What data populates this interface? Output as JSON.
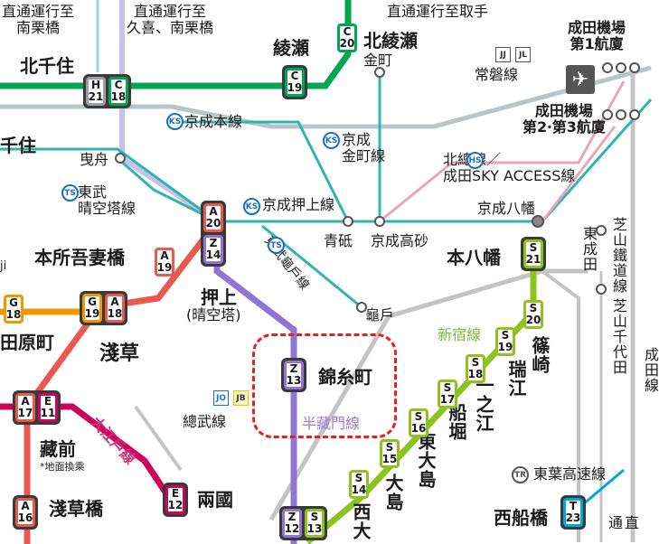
{
  "labels": {
    "to_minami_kurihashi": "直通運行至\n南栗橋",
    "to_kuki_minami_kurihashi": "直通運行至\n久喜、南栗橋",
    "to_toride": "直通運行至取手",
    "narita_t1": "成田機場\n第1航廈",
    "narita_t23": "成田機場\n第2‧第3航廈",
    "kita_senju": "北千住",
    "ayase": "綾瀬",
    "kita_ayase": "北綾瀬",
    "kanamachi": "金町",
    "joban": "常磐線",
    "keisei_main": "京成本線",
    "keisei_kanamachi": "京成\n金町線",
    "hokuso": "北總線／\n成田SKY ACCESS線",
    "senju": "千住",
    "hikifune": "曳舟",
    "tobu_skytree": "東武\n晴空塔線",
    "keisei_oshiage": "京成押上線",
    "aoto": "青砥",
    "keisei_takasago": "京成高砂",
    "keisei_yawata": "京成八幡",
    "higashi_narita": "東成田",
    "shibayama_line": "芝山鐵道線",
    "shibayama_chiyoda": "芝山千代田",
    "honjo_azumabashi": "本所吾妻橋",
    "oshiage": "押上",
    "oshiage_sub": "(晴空塔)",
    "tobu_kameido": "東武龜戶線",
    "kameido": "龜戶",
    "moto_yawata": "本八幡",
    "shinjuku_line": "新宿線",
    "shinozaki": "篠崎",
    "mizue": "瑞江",
    "ichinoe": "一之江",
    "funabori": "船堀",
    "higashi_ojima": "東大島",
    "ojima": "大島",
    "nishi_ojima": "西大",
    "kinshicho": "錦糸町",
    "hanzomon": "半藏門線",
    "sobu": "總武線",
    "asakusa": "淺草",
    "tawaramachi": "田原町",
    "oedo": "大江戶線",
    "kuramae": "藏前",
    "transfer_note": "*地面換乘",
    "asakusabashi": "淺草橋",
    "ryogoku": "兩國",
    "toyo_kosoku": "東葉高速線",
    "nishi_funabashi": "西船橋",
    "narita_line": "成田線",
    "choku": "直通",
    "ji": "ji"
  },
  "badges": {
    "ks": "KS",
    "hs": "HS",
    "ts": "TS",
    "tr": "TR",
    "jj": "JJ",
    "jl": "JL",
    "jo": "JO",
    "jb": "JB"
  },
  "codes": {
    "h21": [
      "H",
      "21"
    ],
    "c18": [
      "C",
      "18"
    ],
    "c19": [
      "C",
      "19"
    ],
    "c20": [
      "C",
      "20"
    ],
    "a20": [
      "A",
      "20"
    ],
    "z14": [
      "Z",
      "14"
    ],
    "a19": [
      "A",
      "19"
    ],
    "g18": [
      "G",
      "18"
    ],
    "g19": [
      "G",
      "19"
    ],
    "a18": [
      "A",
      "18"
    ],
    "z13": [
      "Z",
      "13"
    ],
    "s21": [
      "S",
      "21"
    ],
    "s20": [
      "S",
      "20"
    ],
    "s19": [
      "S",
      "19"
    ],
    "s18": [
      "S",
      "18"
    ],
    "s17": [
      "S",
      "17"
    ],
    "s16": [
      "S",
      "16"
    ],
    "s15": [
      "S",
      "15"
    ],
    "s14": [
      "S",
      "14"
    ],
    "s13": [
      "S",
      "13"
    ],
    "z12": [
      "Z",
      "12"
    ],
    "a17": [
      "A",
      "17"
    ],
    "e11": [
      "E",
      "11"
    ],
    "a16": [
      "A",
      "16"
    ],
    "e12": [
      "E",
      "12"
    ],
    "t23": [
      "T",
      "23"
    ]
  },
  "colors": {
    "chiyoda": "#00a650",
    "hibiya": "#9aa0a6",
    "hanzomon": "#8f76d6",
    "asakusa": "#e85a4f",
    "ginza": "#f39700",
    "shinjuku": "#8ec31f",
    "oedo": "#ce045b",
    "tozai": "#00a7db",
    "keisei": "#2fb5b0",
    "jr_gray": "#a9a9a9",
    "hokuso_pink": "#e8a6bd",
    "highlight": "#e3241e"
  },
  "icons": {
    "airport": "airplane-icon"
  }
}
